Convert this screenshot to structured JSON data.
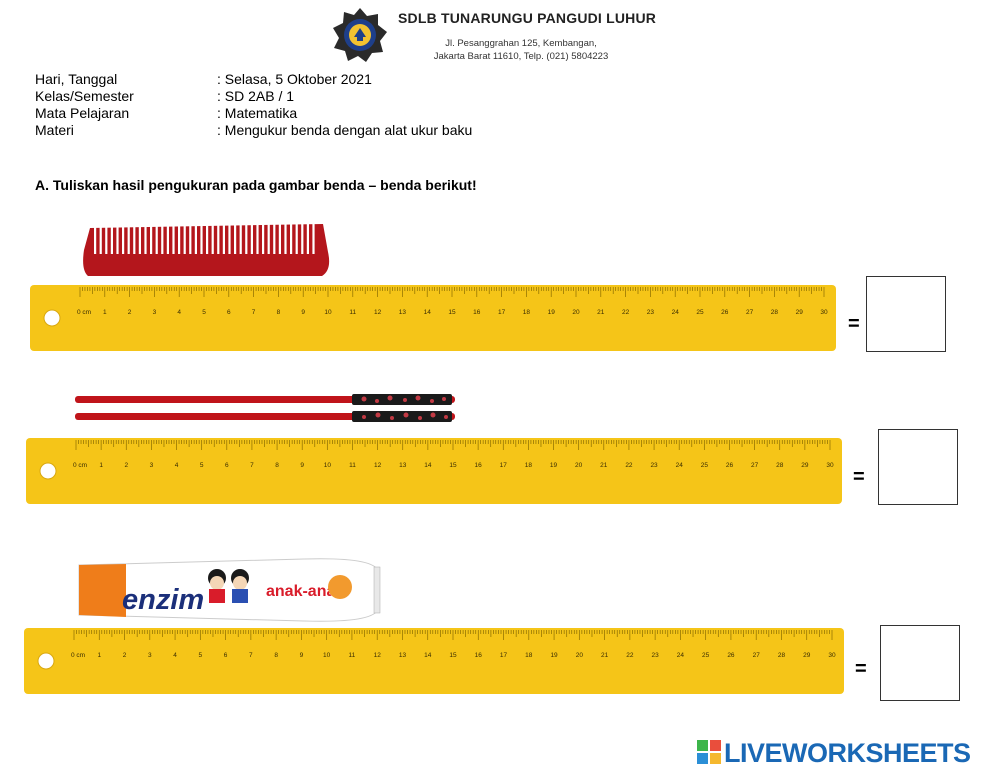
{
  "header": {
    "school_name": "SDLB TUNARUNGU PANGUDI LUHUR",
    "address_line1": "Jl. Pesanggrahan 125, Kembangan,",
    "address_line2": "Jakarta Barat 11610, Telp. (021) 5804223",
    "logo": "school-crest-icon"
  },
  "info": [
    {
      "label": "Hari, Tanggal",
      "value": ": Selasa, 5 Oktober 2021"
    },
    {
      "label": "Kelas/Semester",
      "value": ": SD 2AB / 1"
    },
    {
      "label": "Mata Pelajaran",
      "value": ": Matematika"
    },
    {
      "label": "Materi",
      "value": ": Mengukur benda dengan alat ukur baku"
    }
  ],
  "question": "A.   Tuliskan hasil pengukuran pada gambar benda – benda berikut!",
  "ruler": {
    "unit_label": "0 cm",
    "ticks": [
      "1",
      "2",
      "3",
      "4",
      "5",
      "6",
      "7",
      "8",
      "9",
      "10",
      "11",
      "12",
      "13",
      "14",
      "15",
      "16",
      "17",
      "18",
      "19",
      "20",
      "21",
      "22",
      "23",
      "24",
      "25",
      "26",
      "27",
      "28",
      "29",
      "30"
    ],
    "color": "#f5c518"
  },
  "items": [
    {
      "object": "comb",
      "equals": "=",
      "answer": ""
    },
    {
      "object": "chopsticks",
      "equals": "=",
      "answer": ""
    },
    {
      "object": "toothpaste",
      "equals": "=",
      "answer": "",
      "toothpaste_brand": "enzim",
      "toothpaste_sub": "anak-anak"
    }
  ],
  "footer": {
    "brand": "LIVEWORKSHEETS",
    "brand_color": "#1a68b5"
  }
}
